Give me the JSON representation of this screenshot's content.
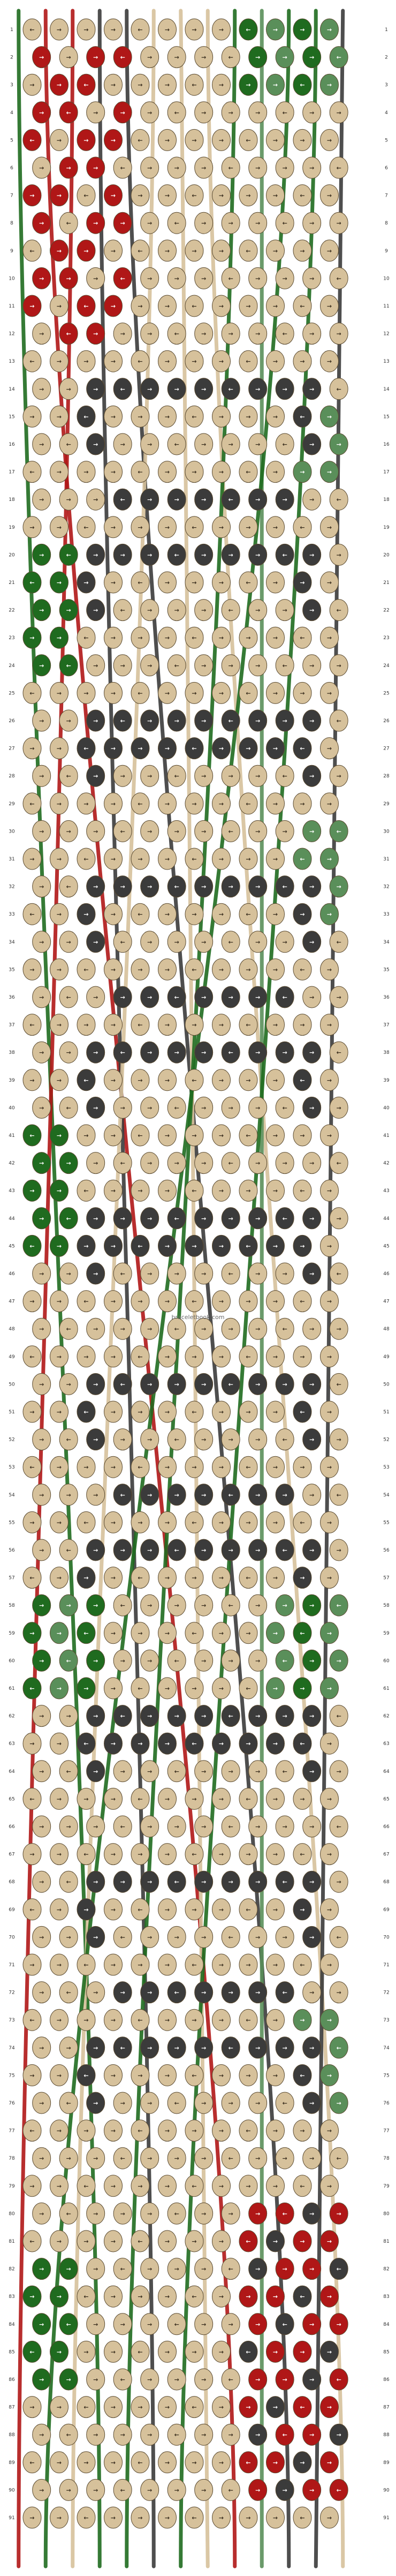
{
  "pattern": {
    "type": "friendship-bracelet-alpha",
    "rows": 91,
    "strings": 13,
    "knots_per_row": 12,
    "watermark": "braceletbook.com",
    "colors": {
      "A": "#D6C19B",
      "B": "#3B3B3B",
      "C": "#B01717",
      "D": "#1F6B1F",
      "E": "#5A8F5A",
      "background": "#FFFFFF",
      "knot_outline": "#5A4A30"
    },
    "row_labels": {
      "left": [
        "1",
        "2",
        "3",
        "4",
        "5",
        "6",
        "7",
        "8",
        "9",
        "10",
        "11",
        "12",
        "13",
        "14",
        "15",
        "16",
        "17",
        "18",
        "19",
        "20",
        "21",
        "22",
        "23",
        "24",
        "25",
        "26",
        "27",
        "28",
        "29",
        "30",
        "31",
        "32",
        "33",
        "34",
        "35",
        "36",
        "37",
        "38",
        "39",
        "40",
        "41",
        "42",
        "43",
        "44",
        "45",
        "46",
        "47",
        "48",
        "49",
        "50",
        "51",
        "52",
        "53",
        "54",
        "55",
        "56",
        "57",
        "58",
        "59",
        "60",
        "61",
        "62",
        "63",
        "64",
        "65",
        "66",
        "67",
        "68",
        "69",
        "70",
        "71",
        "72",
        "73",
        "74",
        "75",
        "76",
        "77",
        "78",
        "79",
        "80",
        "81",
        "82",
        "83",
        "84",
        "85",
        "86",
        "87",
        "88",
        "89",
        "90",
        "91"
      ],
      "right": [
        "1",
        "2",
        "3",
        "4",
        "5",
        "6",
        "7",
        "8",
        "9",
        "10",
        "11",
        "12",
        "13",
        "14",
        "15",
        "16",
        "17",
        "18",
        "19",
        "20",
        "21",
        "22",
        "23",
        "24",
        "25",
        "26",
        "27",
        "28",
        "29",
        "30",
        "31",
        "32",
        "33",
        "34",
        "35",
        "36",
        "37",
        "38",
        "39",
        "40",
        "41",
        "42",
        "43",
        "44",
        "45",
        "46",
        "47",
        "48",
        "49",
        "50",
        "51",
        "52",
        "53",
        "54",
        "55",
        "56",
        "57",
        "58",
        "59",
        "60",
        "61",
        "62",
        "63",
        "64",
        "65",
        "66",
        "67",
        "68",
        "69",
        "70",
        "71",
        "72",
        "73",
        "74",
        "75",
        "76",
        "77",
        "78",
        "79",
        "80",
        "81",
        "82",
        "83",
        "84",
        "85",
        "86",
        "87",
        "88",
        "89",
        "90",
        "91"
      ]
    },
    "knot_arrow_glyphs": {
      "right": "→",
      "left": "←"
    }
  }
}
